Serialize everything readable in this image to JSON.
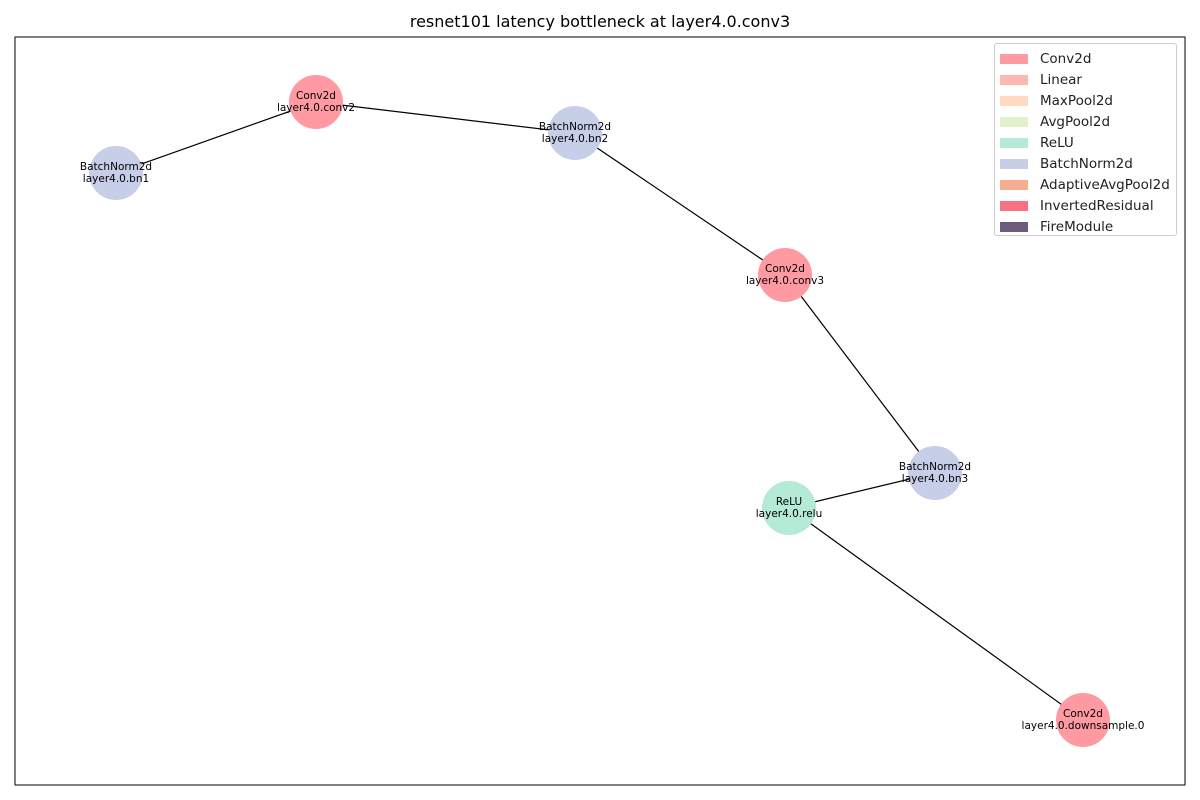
{
  "title": "resnet101 latency bottleneck at layer4.0.conv3",
  "colors": {
    "Conv2d": "#ff9aa2",
    "Linear": "#ffb7b2",
    "MaxPool2d": "#ffdac1",
    "AvgPool2d": "#e2f0cb",
    "ReLU": "#b5ead7",
    "BatchNorm2d": "#c7cee8",
    "AdaptiveAvgPool2d": "#f6ad90",
    "InvertedResidual": "#f67280",
    "FireModule": "#6c5b7b"
  },
  "legend": [
    {
      "label": "Conv2d",
      "color": "#ff9aa2"
    },
    {
      "label": "Linear",
      "color": "#ffb7b2"
    },
    {
      "label": "MaxPool2d",
      "color": "#ffdac1"
    },
    {
      "label": "AvgPool2d",
      "color": "#e2f0cb"
    },
    {
      "label": "ReLU",
      "color": "#b5ead7"
    },
    {
      "label": "BatchNorm2d",
      "color": "#c7cee8"
    },
    {
      "label": "AdaptiveAvgPool2d",
      "color": "#f6ad90"
    },
    {
      "label": "InvertedResidual",
      "color": "#f67280"
    },
    {
      "label": "FireModule",
      "color": "#6c5b7b"
    }
  ],
  "nodes": [
    {
      "id": "layer4.0.bn1",
      "type": "BatchNorm2d"
    },
    {
      "id": "layer4.0.conv2",
      "type": "Conv2d"
    },
    {
      "id": "layer4.0.bn2",
      "type": "BatchNorm2d"
    },
    {
      "id": "layer4.0.conv3",
      "type": "Conv2d"
    },
    {
      "id": "layer4.0.bn3",
      "type": "BatchNorm2d"
    },
    {
      "id": "layer4.0.relu",
      "type": "ReLU"
    },
    {
      "id": "layer4.0.downsample.0",
      "type": "Conv2d"
    }
  ],
  "edges": [
    [
      "layer4.0.bn1",
      "layer4.0.conv2"
    ],
    [
      "layer4.0.conv2",
      "layer4.0.bn2"
    ],
    [
      "layer4.0.bn2",
      "layer4.0.conv3"
    ],
    [
      "layer4.0.conv3",
      "layer4.0.bn3"
    ],
    [
      "layer4.0.bn3",
      "layer4.0.relu"
    ],
    [
      "layer4.0.relu",
      "layer4.0.downsample.0"
    ]
  ]
}
